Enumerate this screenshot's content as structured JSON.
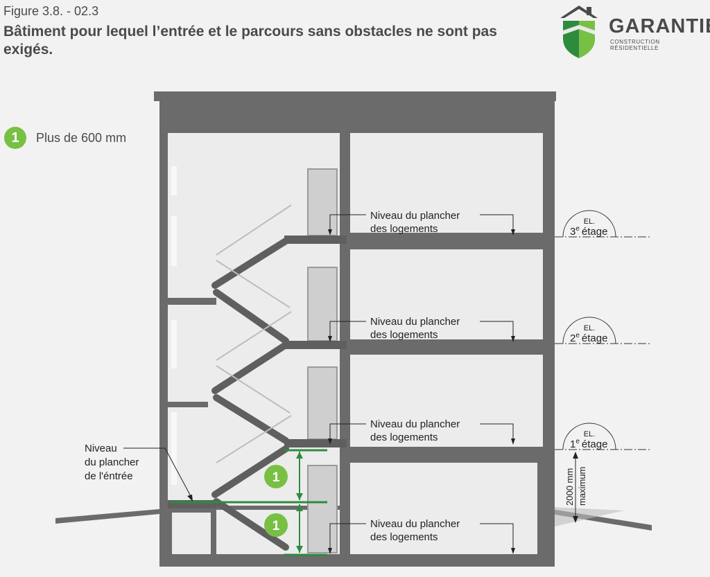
{
  "header": {
    "figure_number": "Figure 3.8. - 02.3",
    "title": "Bâtiment pour lequel l’entrée et le parcours sans obstacles ne sont pas exigés."
  },
  "logo": {
    "name": "GARANTIE",
    "subtitle": "CONSTRUCTION RÉSIDENTIELLE"
  },
  "legend": {
    "marker": "1",
    "text": "Plus de 600 mm"
  },
  "diagram": {
    "floor_labels": [
      {
        "line1": "Niveau du plancher",
        "line2": "des logements"
      },
      {
        "line1": "Niveau du plancher",
        "line2": "des logements"
      },
      {
        "line1": "Niveau du plancher",
        "line2": "des logements"
      },
      {
        "line1": "Niveau du plancher",
        "line2": "des logements"
      }
    ],
    "entrance_label": {
      "line1": "Niveau",
      "line2": "du plancher",
      "line3": "de l'éntrée"
    },
    "elevations": [
      {
        "el": "EL.",
        "num": "3",
        "sup": "e",
        "word": "étage"
      },
      {
        "el": "EL.",
        "num": "2",
        "sup": "e",
        "word": "étage"
      },
      {
        "el": "EL.",
        "num": "1",
        "sup": "e",
        "word": "étage"
      }
    ],
    "dimension": {
      "line1": "2000 mm",
      "line2": "maximum"
    },
    "markers": [
      "1",
      "1"
    ],
    "colors": {
      "wall": "#6b6b6b",
      "green": "#2e8b3e",
      "badge": "#78c043",
      "room": "#ececec"
    }
  }
}
